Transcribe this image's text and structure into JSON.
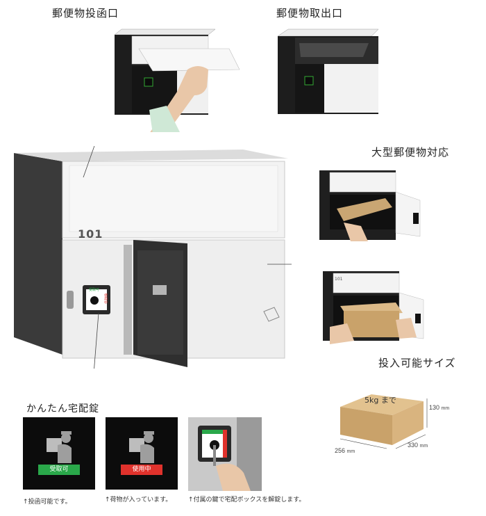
{
  "headings": {
    "slot_in": "郵便物投函口",
    "slot_out": "郵便物取出口",
    "large_mail": "大型郵便物対応",
    "size": "投入可能サイズ",
    "lock": "かんたん宅配錠"
  },
  "main_box": {
    "unit_number": "101"
  },
  "lock_panel": {
    "top_label": "受取可",
    "side_label": "使用中"
  },
  "parcel": {
    "weight_label": "5kg まで",
    "height": {
      "value": "130",
      "unit": "mm"
    },
    "width": {
      "value": "330",
      "unit": "mm"
    },
    "depth": {
      "value": "256",
      "unit": "mm"
    }
  },
  "lock_states": [
    {
      "badge": "受取可",
      "badge_color": "#2aa84a",
      "caption": "↑投函可能です。"
    },
    {
      "badge": "使用中",
      "badge_color": "#e0322c",
      "caption": "↑荷物が入っています。"
    },
    {
      "caption": "↑付属の鍵で宅配ボックスを解錠します。"
    }
  ],
  "small_box_unit": "101"
}
